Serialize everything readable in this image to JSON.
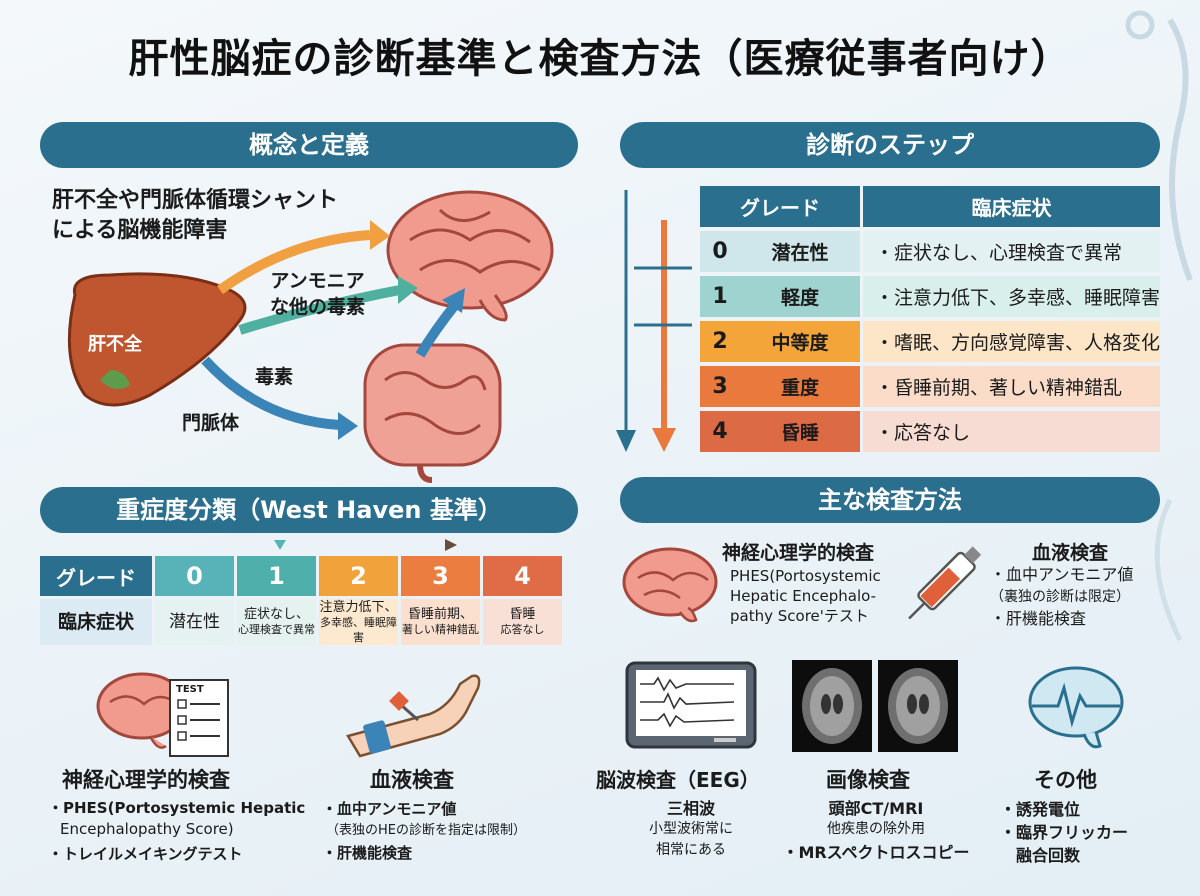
{
  "title": "肝性脳症の診断基準と検査方法（医療従事者向け）",
  "concept": {
    "header": "概念と定義",
    "definition": [
      "肝不全や門脈体循環シャント",
      "による脳機能障害"
    ],
    "liver_label": "肝不全",
    "ammonia_label": [
      "アンモニア",
      "な他の毒素"
    ],
    "toxin_label": "毒素",
    "portal_label": "門脈体"
  },
  "steps": {
    "header": "診断のステップ",
    "table_headers": [
      "グレード",
      "臨床症状"
    ],
    "rows": [
      {
        "num": "0",
        "name": "潜在性",
        "symptom": "・症状なし、心理検査で異常",
        "c1": "#cfe6ea",
        "c2": "#e3f1f2"
      },
      {
        "num": "1",
        "name": "軽度",
        "symptom": "・注意力低下、多幸感、睡眠障害",
        "c1": "#9fd3cf",
        "c2": "#d9efec"
      },
      {
        "num": "2",
        "name": "中等度",
        "symptom": "・嗜眠、方向感覚障害、人格変化",
        "c1": "#f3a53a",
        "c2": "#fde6c8"
      },
      {
        "num": "3",
        "name": "重度",
        "symptom": "・昏睡前期、著しい精神錯乱",
        "c1": "#e9793c",
        "c2": "#fbdcc8"
      },
      {
        "num": "4",
        "name": "昏睡",
        "symptom": "・応答なし",
        "c1": "#dc6a45",
        "c2": "#f7dcd3"
      }
    ]
  },
  "westhaven": {
    "header": "重症度分類（West Haven 基準）",
    "row_labels": [
      "グレード",
      "臨床症状"
    ],
    "grades": [
      {
        "num": "0",
        "text": [
          "潜在性"
        ],
        "c1": "#58b3b8",
        "c2": "#e6f2f2"
      },
      {
        "num": "1",
        "text": [
          "症状なし、",
          "心理検査で異常"
        ],
        "c1": "#4fb0ab",
        "c2": "#e6f2f0"
      },
      {
        "num": "2",
        "text": [
          "注意力低下、",
          "多幸感、睡眠障害"
        ],
        "c1": "#f2a23b",
        "c2": "#fde9cf"
      },
      {
        "num": "3",
        "text": [
          "昏睡前期、",
          "著しい精神錯乱"
        ],
        "c1": "#ea7d3f",
        "c2": "#fbe0cf"
      },
      {
        "num": "4",
        "text": [
          "昏睡",
          "応答なし"
        ],
        "c1": "#e06b47",
        "c2": "#f8e0d6"
      }
    ]
  },
  "methods": {
    "header": "主な検査方法",
    "neuro": {
      "title": "神経心理学的検査",
      "lines": [
        "PHES(Portosystemic",
        "Hepatic Encephalo-",
        "pathy Score'テスト"
      ]
    },
    "blood": {
      "title": "血液検査",
      "lines": [
        "・血中アンモニア値",
        "（裏独の診断は限定）",
        "・肝機能検査"
      ]
    }
  },
  "bottom": {
    "neuro": {
      "title": "神経心理学的検査",
      "test_label": "TEST",
      "lines": [
        "・PHES(Portosystemic Hepatic",
        "Encephalopathy Score)",
        "・トレイルメイキングテスト"
      ]
    },
    "blood": {
      "title": "血液検査",
      "lines": [
        "・血中アンモニア値",
        "（表独のHEの診断を指定は限制）",
        "・肝機能検査"
      ]
    },
    "eeg": {
      "title": "脳波検査（EEG）",
      "lines": [
        "三相波",
        "小型波術常に",
        "相常にある"
      ]
    },
    "imaging": {
      "title": "画像検査",
      "lines": [
        "頭部CT/MRI",
        "他疾患の除外用",
        "・MRスペクトロスコピー"
      ]
    },
    "other": {
      "title": "その他",
      "lines": [
        "・誘発電位",
        "・臨界フリッカー",
        "融合回数"
      ]
    }
  },
  "colors": {
    "primary": "#2b6f8e",
    "brain": "#f19a8e",
    "liver": "#c0562f",
    "arrow_orange": "#f0a040",
    "arrow_teal": "#4fb0a0",
    "arrow_blue": "#3b84b8"
  }
}
